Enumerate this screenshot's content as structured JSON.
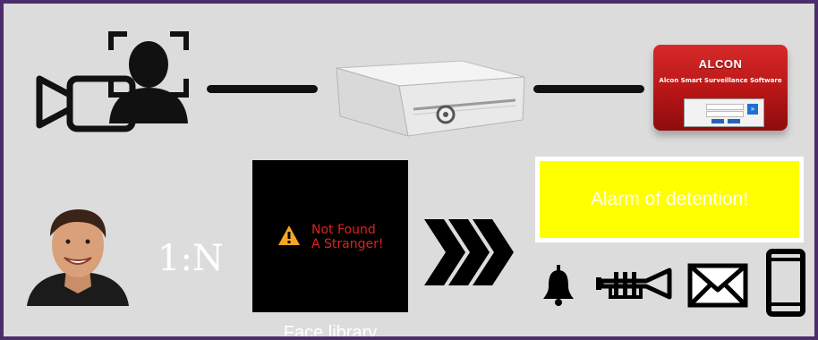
{
  "colors": {
    "frame_border": "#4b2d6b",
    "background": "#dcdcdc",
    "alarm_fill": "#ffff00",
    "alarm_text": "#ffffff",
    "library_bg": "#000000",
    "library_text": "#e02020",
    "warning": "#f5a623"
  },
  "icons": [
    "camera-icon",
    "face-scan-icon",
    "server-icon",
    "person-photo",
    "chevron-arrows-icon",
    "warning-icon",
    "bell-icon",
    "horn-icon",
    "envelope-icon",
    "phone-icon"
  ],
  "software": {
    "logo": "ALCON",
    "subtitle": "Alcon Smart Surveillance Software"
  },
  "match": {
    "ratio": "1:N"
  },
  "library": {
    "line1": "Not Found",
    "line2": "A Stranger!",
    "caption": "Face library"
  },
  "alarm": {
    "text": "Alarm of detention!"
  }
}
